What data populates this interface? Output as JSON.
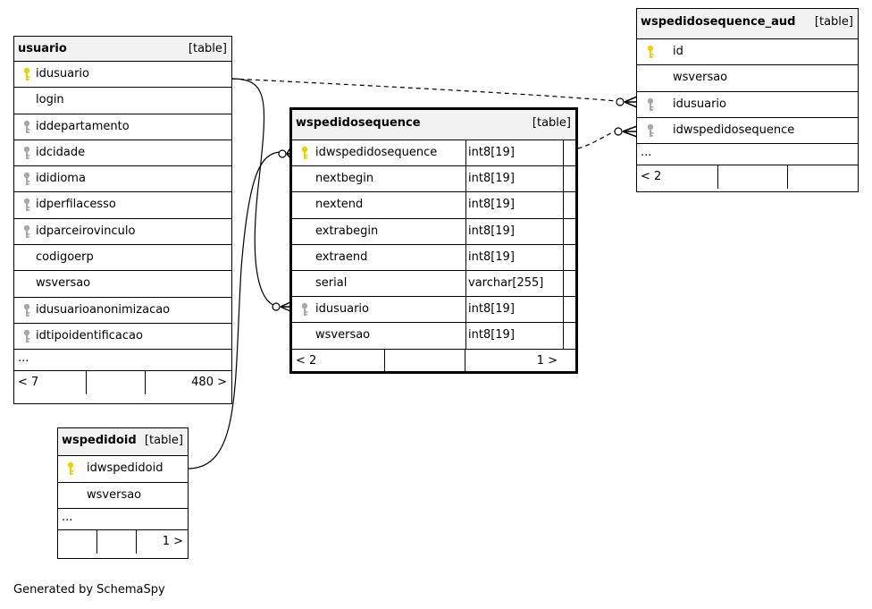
{
  "tables": {
    "usuario": {
      "name": "usuario",
      "type": "[table]",
      "columns": [
        "idusuario",
        "login",
        "iddepartamento",
        "idcidade",
        "ididioma",
        "idperfilacesso",
        "idparceirovinculo",
        "codigoerp",
        "wsversao",
        "idusuarioanonimizacao",
        "idtipoidentificacao"
      ],
      "more": "...",
      "footer_left": "< 7",
      "footer_right": "480 >"
    },
    "wspedidosequence": {
      "name": "wspedidosequence",
      "type": "[table]",
      "columns": [
        {
          "name": "idwspedidosequence",
          "type": "int8[19]"
        },
        {
          "name": "nextbegin",
          "type": "int8[19]"
        },
        {
          "name": "nextend",
          "type": "int8[19]"
        },
        {
          "name": "extrabegin",
          "type": "int8[19]"
        },
        {
          "name": "extraend",
          "type": "int8[19]"
        },
        {
          "name": "serial",
          "type": "varchar[255]"
        },
        {
          "name": "idusuario",
          "type": "int8[19]"
        },
        {
          "name": "wsversao",
          "type": "int8[19]"
        }
      ],
      "footer_left": "< 2",
      "footer_right": "1 >"
    },
    "wspedidosequence_aud": {
      "name": "wspedidosequence_aud",
      "type": "[table]",
      "columns": [
        "id",
        "wsversao",
        "idusuario",
        "idwspedidosequence"
      ],
      "more": "...",
      "footer_left": "< 2"
    },
    "wspedidoid": {
      "name": "wspedidoid",
      "type": "[table]",
      "columns": [
        "idwspedidoid",
        "wsversao"
      ],
      "more": "...",
      "footer_right": "1 >"
    }
  },
  "footer": "Generated by SchemaSpy",
  "colors": {
    "primary_key": "#e8d400",
    "foreign_key": "#a8a8a8"
  }
}
